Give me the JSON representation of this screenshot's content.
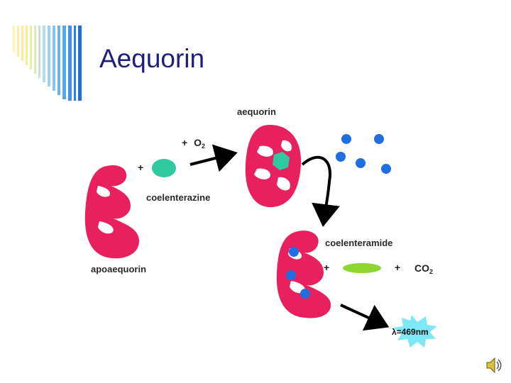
{
  "slide": {
    "title": "Aequorin"
  },
  "diagram": {
    "labels": {
      "aequorin": "aequorin",
      "coelenterazine": "coelenterazine",
      "apoaequorin": "apoaequorin",
      "coelenteramide": "coelenteramide",
      "lambda": "λ=469nm"
    },
    "symbols": {
      "plus_a": "+",
      "plus_o2": "+",
      "o2_base": "O",
      "o2_sub": "2",
      "plus_b": "+",
      "plus_c": "+",
      "co2_base": "CO",
      "co2_sub": "2"
    },
    "colors": {
      "protein": "#e8205e",
      "coelenterazine": "#2ec9a0",
      "coelenteramide": "#8fd630",
      "calcium": "#1f6fe0",
      "flash": "#7ee8f4",
      "title": "#1f1f7a",
      "arrow": "#000000"
    },
    "icons": [
      "speaker-icon"
    ]
  }
}
